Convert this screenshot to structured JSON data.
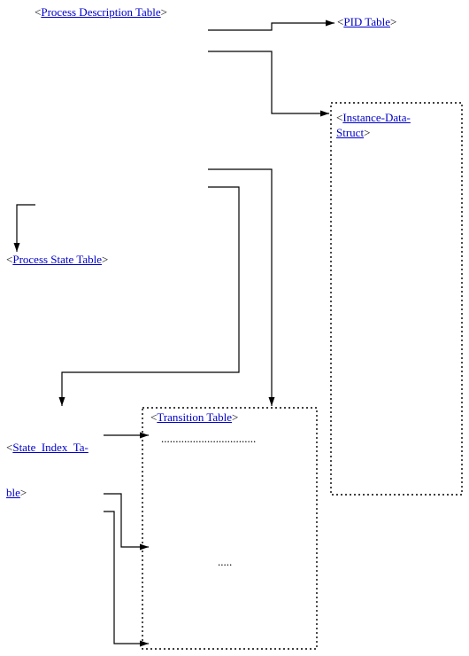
{
  "labels": {
    "process_description": {
      "open": "<",
      "link": "Process Description Table",
      "close": ">"
    },
    "pid": {
      "open": "<",
      "link": "PID Table",
      "close": ">"
    },
    "instance_data": {
      "open": "<",
      "link_line1": "Instance-Data-",
      "link_line2": "Struct",
      "close": ">"
    },
    "process_state": {
      "open": "<",
      "link": "Process State Table",
      "close": ">"
    },
    "state_index": {
      "open": "<",
      "link_line1": "State  Index  Ta-",
      "link_line2": "ble",
      "close": ">"
    },
    "transition": {
      "open": "<",
      "link": "Transition Table",
      "close": ">"
    }
  },
  "transition_table": {
    "entry_dots_top": ".................................",
    "entry_dots_mid": "....."
  }
}
